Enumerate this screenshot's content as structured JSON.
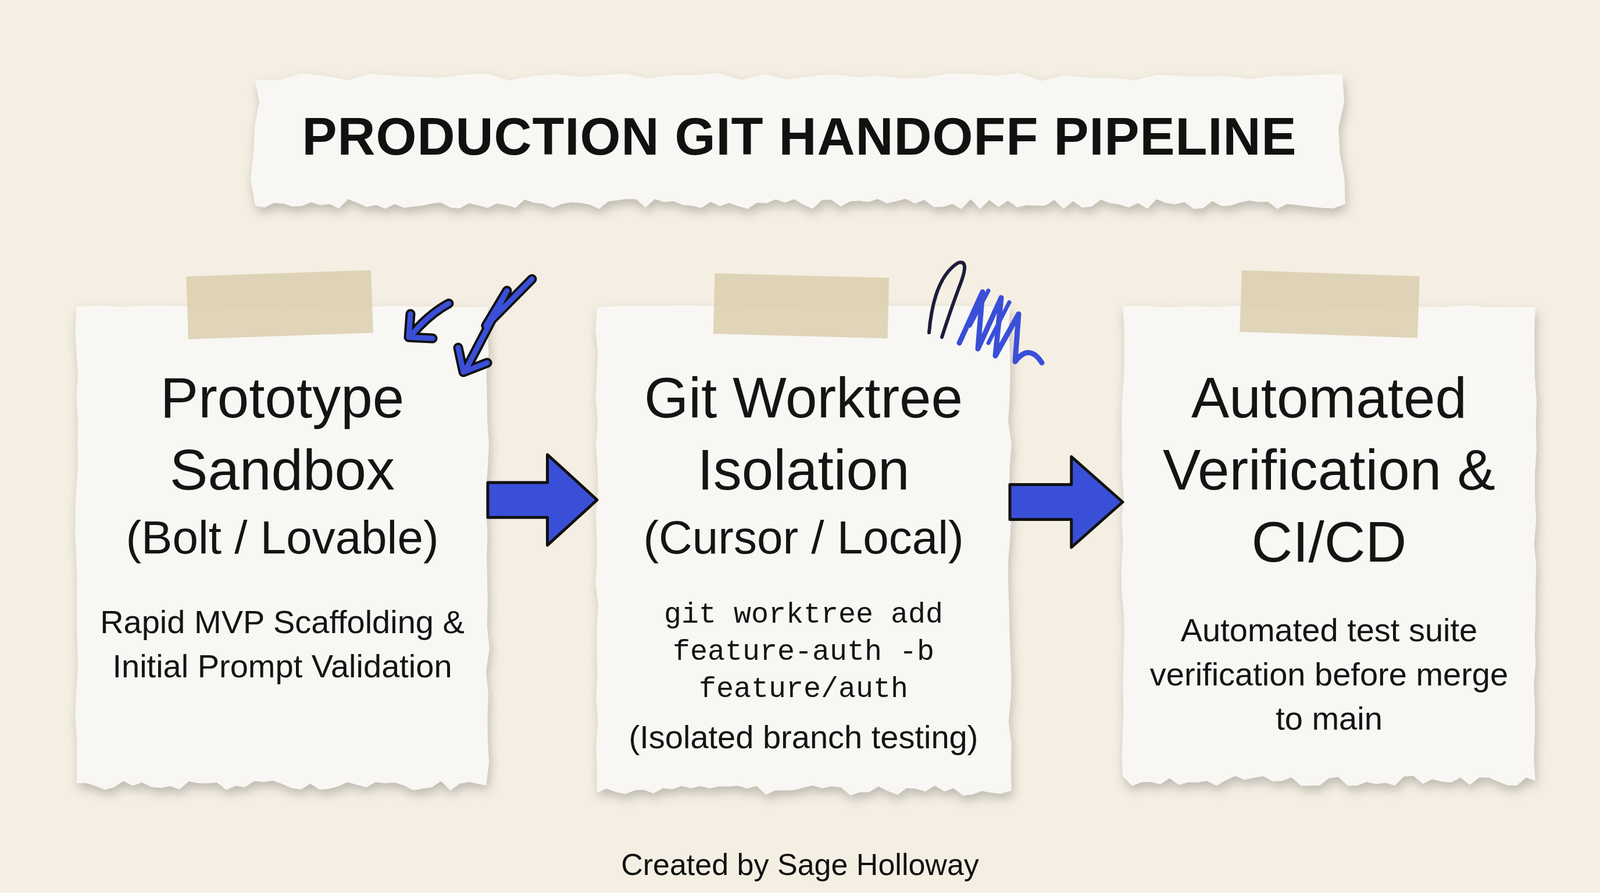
{
  "diagram": {
    "title": "PRODUCTION GIT HANDOFF PIPELINE",
    "caption": "Created by Sage Holloway",
    "nodes": [
      {
        "text": [
          "Prototype Sandbox",
          "(Bolt / Lovable)",
          "Rapid MVP Scaffolding & Initial Prompt Validation"
        ]
      },
      {
        "text": [
          "Git Worktree Isolation",
          "(Cursor / Local)",
          "git worktree add feature-auth -b feature/auth",
          "(Isolated branch testing)"
        ]
      },
      {
        "text": [
          "Automated Verification & CI/CD",
          "Automated test suite verification before merge to main"
        ]
      }
    ],
    "edges": [
      {
        "from": 0,
        "to": 1,
        "arrow": "to"
      },
      {
        "from": 1,
        "to": 2,
        "arrow": "to"
      }
    ]
  }
}
